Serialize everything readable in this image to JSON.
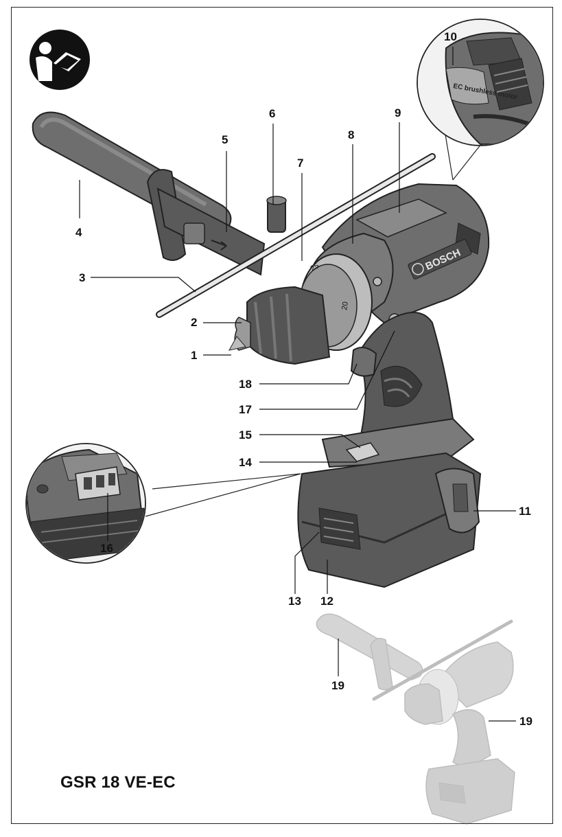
{
  "callouts": {
    "n1": "1",
    "n2": "2",
    "n3": "3",
    "n4": "4",
    "n5": "5",
    "n6": "6",
    "n7": "7",
    "n8": "8",
    "n9": "9",
    "n10": "10",
    "n11": "11",
    "n12": "12",
    "n13": "13",
    "n14": "14",
    "n15": "15",
    "n16": "16",
    "n17": "17",
    "n18": "18",
    "n19a": "19",
    "n19b": "19"
  },
  "model_name": "GSR 18 VE-EC",
  "brand_badge": "BOSCH",
  "motor_badge": "EC brushless motor",
  "torque_ring_marks": [
    "25",
    "20"
  ],
  "icons": [
    "read-manual-icon"
  ],
  "colors": {
    "ink": "#111111",
    "body_gray": "#6e6e6e",
    "dark_gray": "#3a3a3a",
    "light_gray": "#c8c8c8",
    "faded_gray": "#d9d9d9"
  }
}
